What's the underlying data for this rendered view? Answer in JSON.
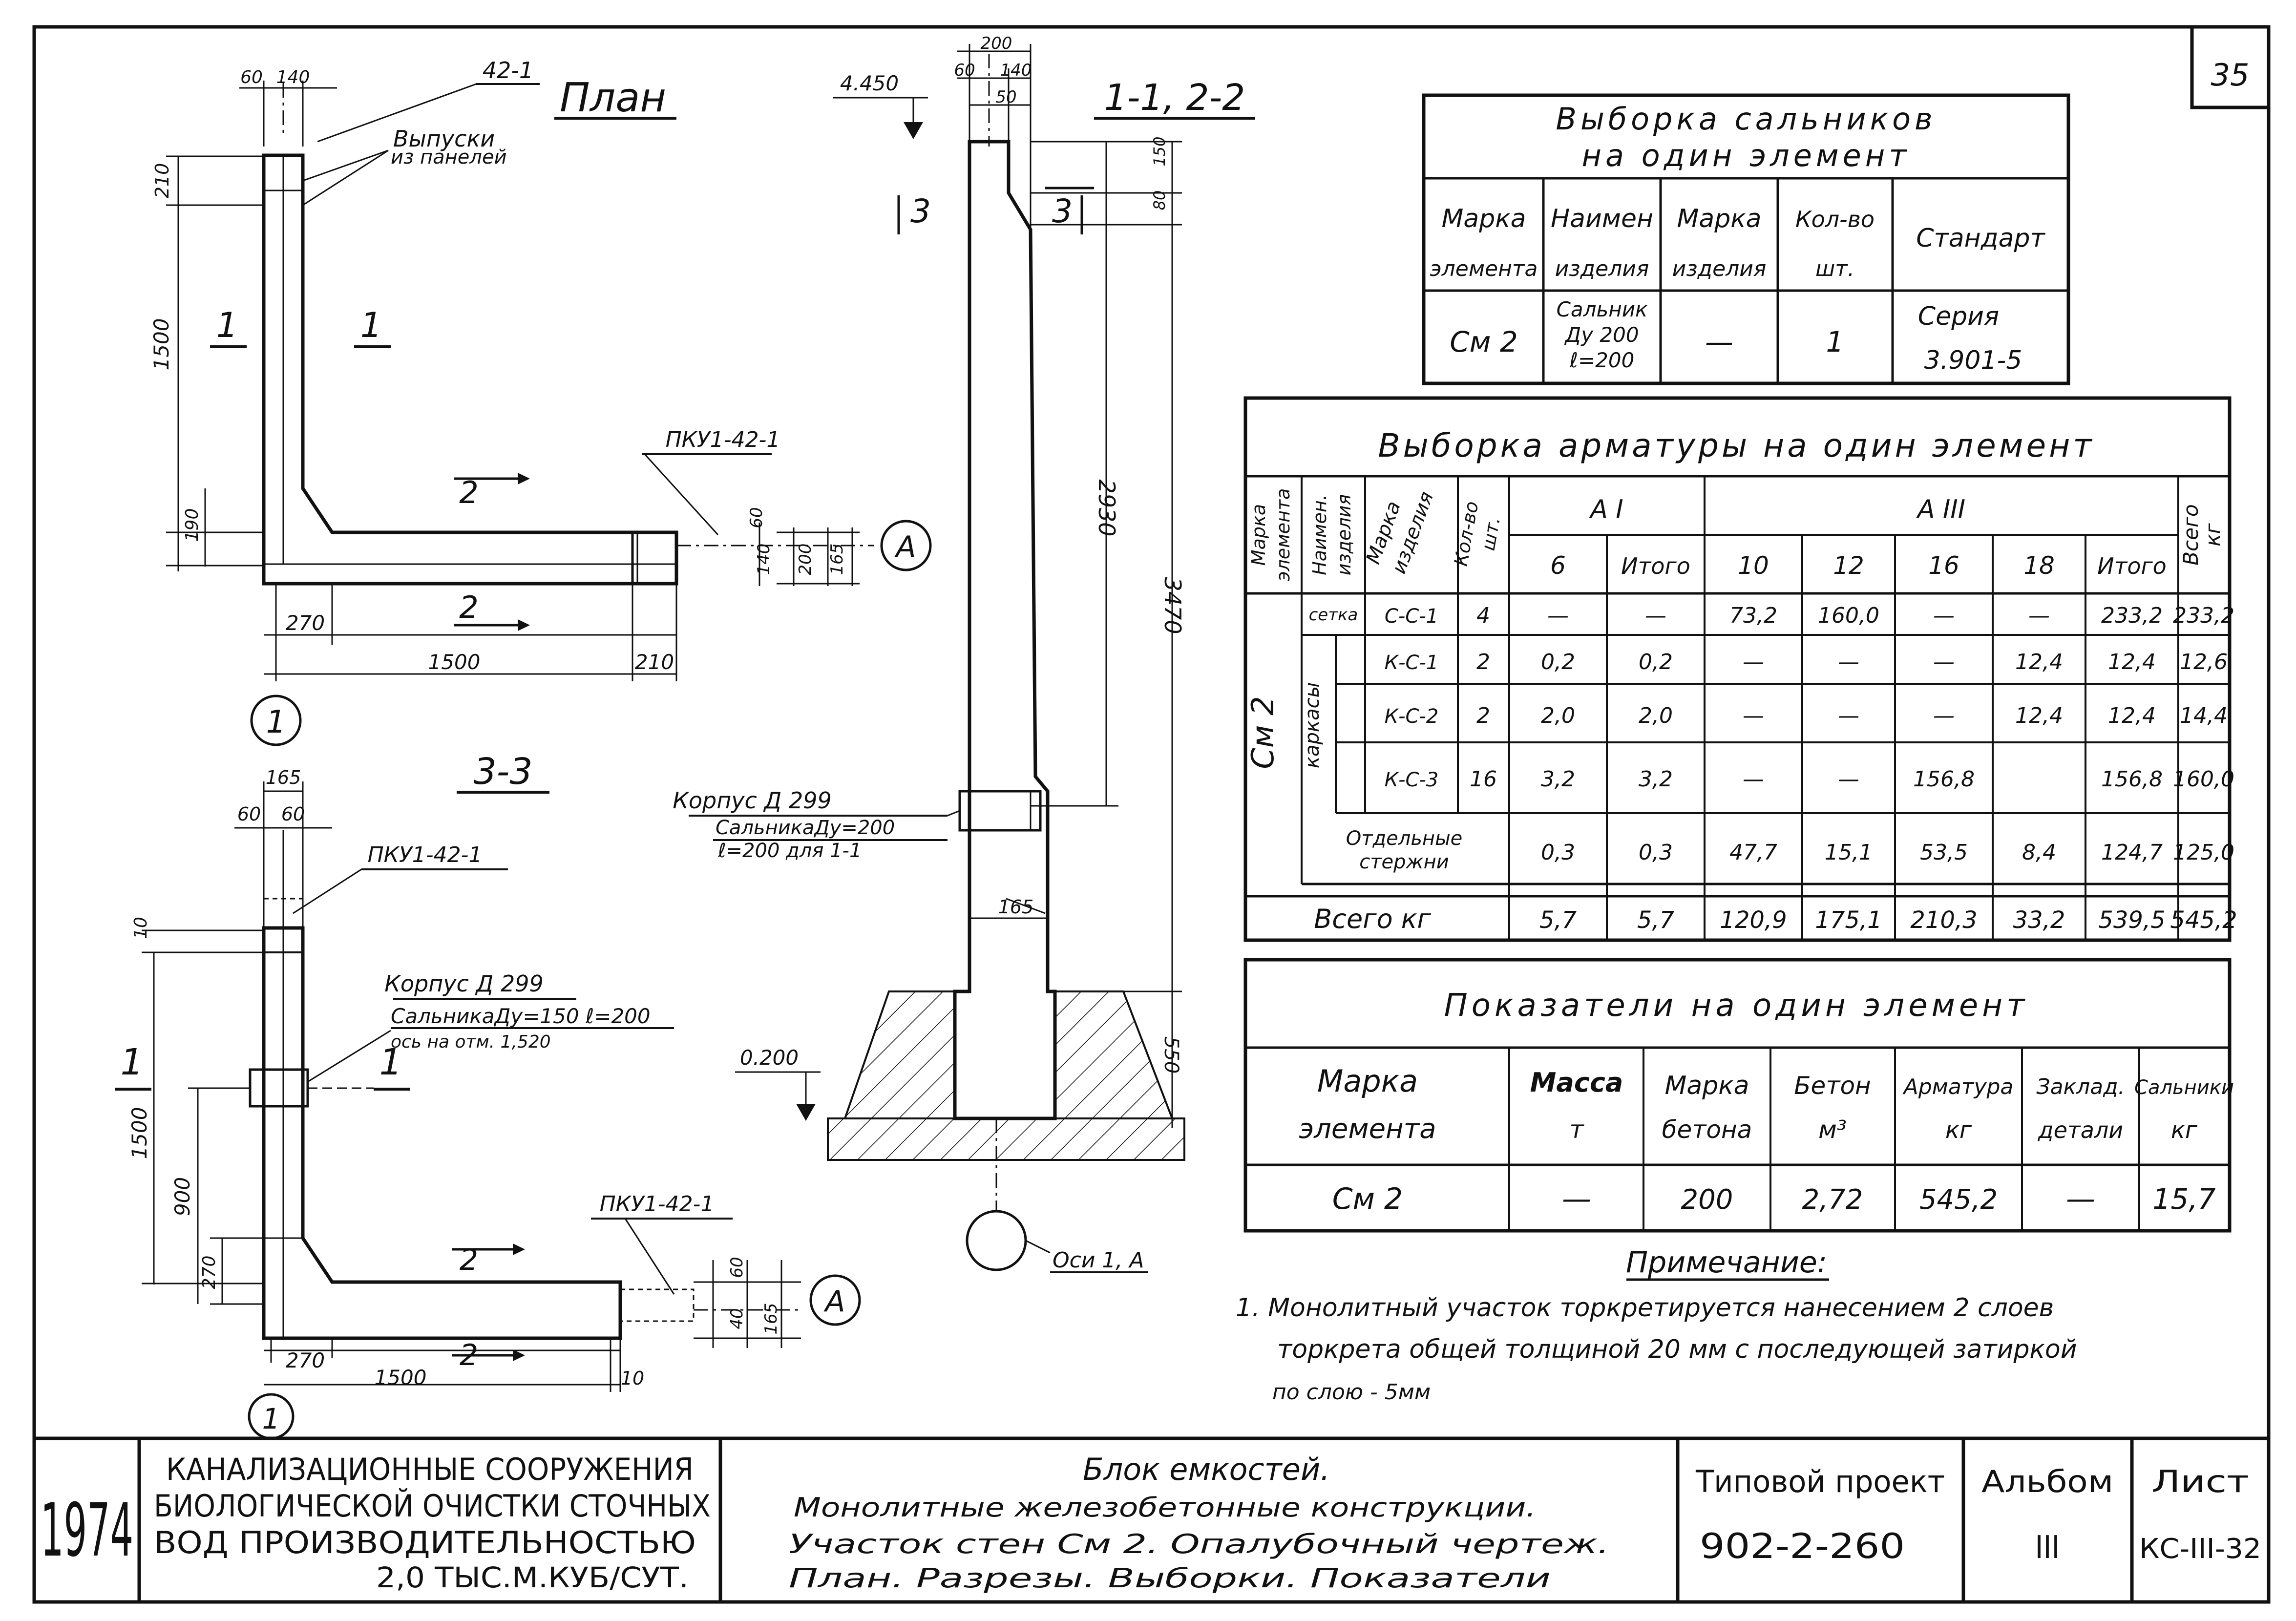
{
  "sheet": {
    "number": "35"
  },
  "plan": {
    "title": "План",
    "labels": {
      "top_ref": "42-1",
      "outlets_1": "Выпуски",
      "outlets_2": "из панелей",
      "pku": "ПКУ1-42-1",
      "cut1_left": "1",
      "cut1_right": "1",
      "cut2_top": "2",
      "cut2_bottom": "2",
      "axis_1": "1",
      "axis_a": "А"
    },
    "dims": {
      "d60": "60",
      "d140": "140",
      "d210_top": "210",
      "d1500_v": "1500",
      "d190": "190",
      "d270": "270",
      "d1500_h": "1500",
      "d210_h": "210",
      "r60": "60",
      "r140": "140",
      "r200": "200",
      "r165": "165"
    }
  },
  "section33": {
    "title": "3-3",
    "labels": {
      "pku_top": "ПКУ1-42-1",
      "body": "Корпус Д 299",
      "gland": "СальникаДу=150 ℓ=200",
      "axis_note": "ось на отм. 1,520",
      "cut1_left": "1",
      "cut1_right": "1",
      "pku_bottom": "ПКУ1-42-1",
      "cut2_top": "2",
      "cut2_bottom": "2",
      "axis_1": "1",
      "axis_a": "А"
    },
    "dims": {
      "d165": "165",
      "d60a": "60",
      "d60b": "60",
      "d10_top": "10",
      "d1500_v": "1500",
      "d900": "900",
      "d270_v": "270",
      "d270_h": "270",
      "d1500_h": "1500",
      "d10_h": "10",
      "r60": "60",
      "r40": "40",
      "r165": "165"
    }
  },
  "section11": {
    "title": "1-1, 2-2",
    "labels": {
      "elev_top": "4.450",
      "elev_bottom": "0.200",
      "cut3_left": "3",
      "cut3_right": "3",
      "body": "Корпус Д 299",
      "gland": "СальникаДу=200",
      "gland_len": "ℓ=200 для 1-1",
      "axis": "Оси 1, А"
    },
    "dims": {
      "d200": "200",
      "d60": "60",
      "d140": "140",
      "d50": "50",
      "d150": "150",
      "d80": "80",
      "d2930": "2930",
      "d3470": "3470",
      "d165": "165",
      "d550": "550"
    }
  },
  "glands_table": {
    "title_1": "Выборка сальников",
    "title_2": "на один элемент",
    "headers": [
      "Марка элемента",
      "Наимен изделия",
      "Марка изделия",
      "Кол-во шт.",
      "Стандарт"
    ],
    "header_lines": [
      [
        "Марка",
        "элемента"
      ],
      [
        "Наимен",
        "изделия"
      ],
      [
        "Марка",
        "изделия"
      ],
      [
        "Кол-во",
        "шт."
      ],
      [
        "Стандарт"
      ]
    ],
    "row": {
      "mark": "См 2",
      "name_1": "Сальник",
      "name_2": "Ду 200",
      "name_3": "ℓ=200",
      "item_mark": "—",
      "qty": "1",
      "std_1": "Серия",
      "std_2": "3.901-5"
    }
  },
  "rebar_table": {
    "title": "Выборка арматуры на один элемент",
    "vheaders": {
      "mark": [
        "Марка",
        "элемента"
      ],
      "name": [
        "Наимен.",
        "изделия"
      ],
      "item": [
        "Марка",
        "изделия"
      ],
      "qty": [
        "Кол-во",
        "шт."
      ],
      "total": [
        "Всего",
        "кг"
      ]
    },
    "group_a1": "А I",
    "group_a3": "А III",
    "sub_a1": [
      "6",
      "Итого"
    ],
    "sub_a3": [
      "10",
      "12",
      "16",
      "18",
      "Итого"
    ],
    "element_mark": "См 2",
    "kind_mesh": "сетка",
    "kind_frames": "каркасы",
    "rows": [
      [
        "С-С-1",
        "4",
        "—",
        "—",
        "73,2",
        "160,0",
        "—",
        "—",
        "233,2",
        "233,2"
      ],
      [
        "К-С-1",
        "2",
        "0,2",
        "0,2",
        "—",
        "—",
        "—",
        "12,4",
        "12,4",
        "12,6"
      ],
      [
        "К-С-2",
        "2",
        "2,0",
        "2,0",
        "—",
        "—",
        "—",
        "12,4",
        "12,4",
        "14,4"
      ],
      [
        "К-С-3",
        "16",
        "3,2",
        "3,2",
        "—",
        "—",
        "156,8",
        "",
        "156,8",
        "160,0"
      ]
    ],
    "separate_1": "Отдельные",
    "separate_2": "стержни",
    "separate_vals": [
      "0,3",
      "0,3",
      "47,7",
      "15,1",
      "53,5",
      "8,4",
      "124,7",
      "125,0"
    ],
    "total_label": "Всего кг",
    "total_vals": [
      "5,7",
      "5,7",
      "120,9",
      "175,1",
      "210,3",
      "33,2",
      "539,5",
      "545,2"
    ]
  },
  "indicators_table": {
    "title": "Показатели на один элемент",
    "header_lines": [
      [
        "Марка",
        "элемента"
      ],
      [
        "Масса",
        "т"
      ],
      [
        "Марка",
        "бетона"
      ],
      [
        "Бетон",
        "м³"
      ],
      [
        "Арматура",
        "кг"
      ],
      [
        "Заклад.",
        "детали"
      ],
      [
        "Сальники",
        "кг"
      ]
    ],
    "values": [
      "См 2",
      "—",
      "200",
      "2,72",
      "545,2",
      "—",
      "15,7"
    ]
  },
  "note": {
    "title": "Примечание:",
    "line1": "1. Монолитный участок торкретируется нанесением 2 слоев",
    "line2": "торкрета общей толщиной 20 мм с последующей затиркой",
    "line3": "по слою - 5мм"
  },
  "title_block": {
    "year": "1974",
    "org_1": "КАНАЛИЗАЦИОННЫЕ СООРУЖЕНИЯ",
    "org_2": "БИОЛОГИЧЕСКОЙ ОЧИСТКИ СТОЧНЫХ",
    "org_3": "ВОД ПРОИЗВОДИТЕЛЬНОСТЬЮ",
    "org_4": "2,0 ТЫС.М.КУБ/СУТ.",
    "desc_1": "Блок емкостей.",
    "desc_2": "Монолитные железобетонные конструкции.",
    "desc_3": "Участок стен См 2. Опалубочный чертеж.",
    "desc_4": "План. Разрезы. Выборки. Показатели",
    "project_label": "Типовой проект",
    "project_code": "902-2-260",
    "album_label": "Альбом",
    "album_value": "III",
    "sheet_label": "Лист",
    "sheet_value": "КС-III-32"
  }
}
